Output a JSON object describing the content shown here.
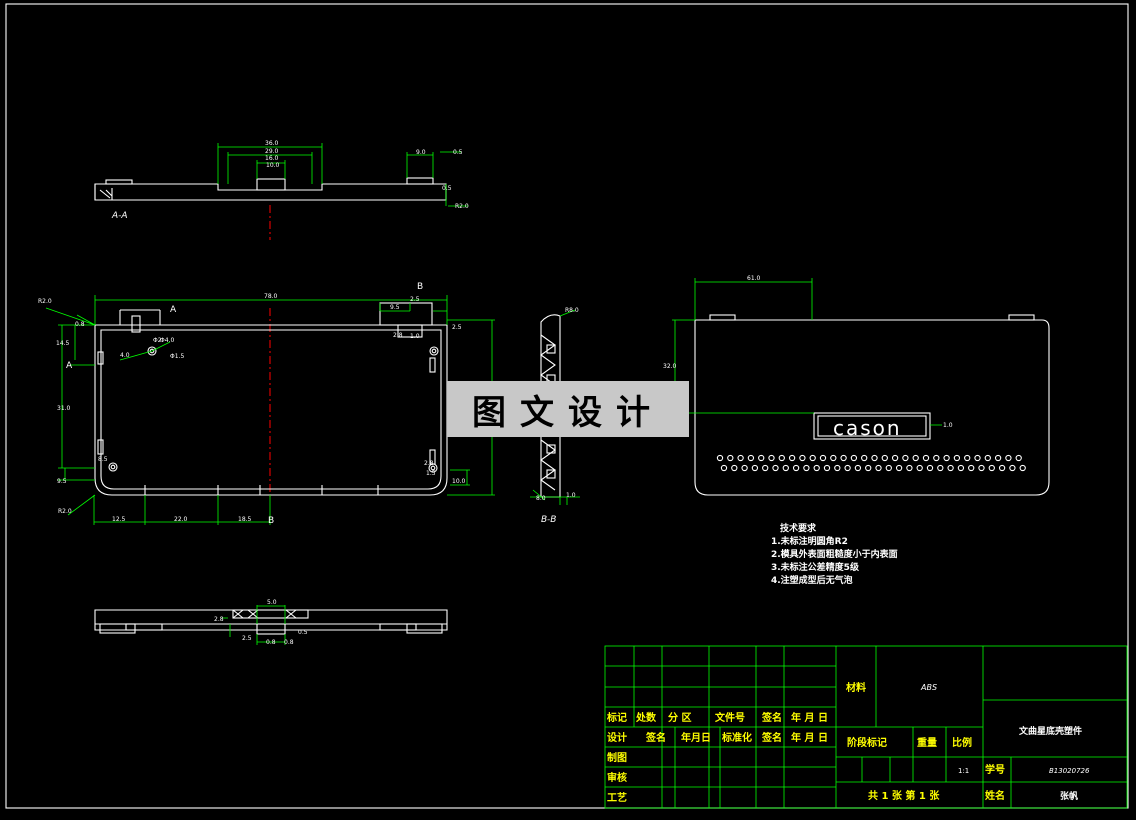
{
  "watermark": "图文设计",
  "section_labels": {
    "aa": "A-A",
    "bb": "B-B",
    "a_mark": "A",
    "b_mark": "B"
  },
  "logo": "cason",
  "tech": {
    "title": "技术要求",
    "lines": [
      "1.未标注明圆角R2",
      "2.模具外表面粗糙度小于内表面",
      "3.未标注公差精度5级",
      "4.注塑成型后无气泡"
    ]
  },
  "dims": {
    "aa": [
      "36.0",
      "29.0",
      "16.0",
      "10.0",
      "9.0",
      "0.5",
      "0.5",
      "R2.0"
    ],
    "plan": [
      "78.0",
      "R2.0",
      "0.8",
      "14.5",
      "4.0",
      "Φ2",
      "Φ4.0",
      "Φ1.5",
      "9.5",
      "2.5",
      "2.5",
      "1.0",
      "2.8",
      "31.0",
      "8.5",
      "9.5",
      "R2.0",
      "12.5",
      "22.0",
      "18.5",
      "10.0",
      "2.8",
      "1.5"
    ],
    "bb": [
      "R8.0",
      "8.0",
      "1.0"
    ],
    "right": [
      "61.0",
      "32.0",
      "1.0"
    ],
    "bottom": [
      "5.0",
      "2.8",
      "2.5",
      "0.8",
      "0.8",
      "0.5"
    ]
  },
  "title_block": {
    "material_label": "材料",
    "material": "ABS",
    "part_name": "文曲星底壳塑件",
    "row_mark": [
      "标记",
      "处数",
      "分 区",
      "文件号",
      "签名",
      "年 月 日"
    ],
    "row_design": [
      "设计",
      "签名",
      "年月日",
      "标准化",
      "签名",
      "年 月 日"
    ],
    "draw": "制图",
    "review": "审核",
    "process": "工艺",
    "stage_mark": "阶段标记",
    "weight": "重量",
    "scale": "比例",
    "scale_value": "1:1",
    "student_no_label": "学号",
    "student_no": "B13020726",
    "name_label": "姓名",
    "name": "张帆",
    "sheet": "共 1  张  第 1 张"
  }
}
